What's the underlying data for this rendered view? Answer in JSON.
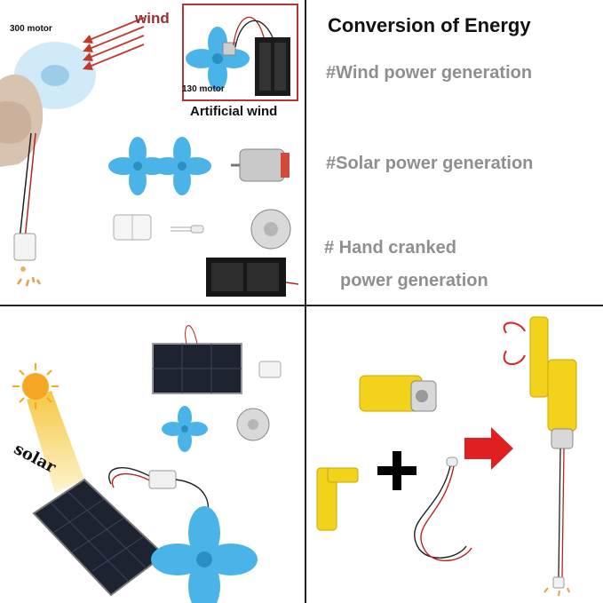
{
  "panel_wind": {
    "label_300_motor": "300 motor",
    "label_wind": "wind",
    "label_130_motor": "130 motor",
    "label_artificial_wind": "Artificial wind"
  },
  "panel_text": {
    "title": "Conversion of Energy",
    "item_wind": "#Wind power generation",
    "item_solar": "#Solar power generation",
    "item_hand_line1": "# Hand cranked",
    "item_hand_line2": "power generation"
  },
  "panel_solar": {
    "label_solar": "solar"
  },
  "colors": {
    "fan_blue": "#4ab4e8",
    "wind_arrow": "#c0392b",
    "gear_yellow": "#f2d21b",
    "red_arrow": "#e02020",
    "sun_orange": "#f5a623",
    "panel_dark": "#1d2330"
  }
}
